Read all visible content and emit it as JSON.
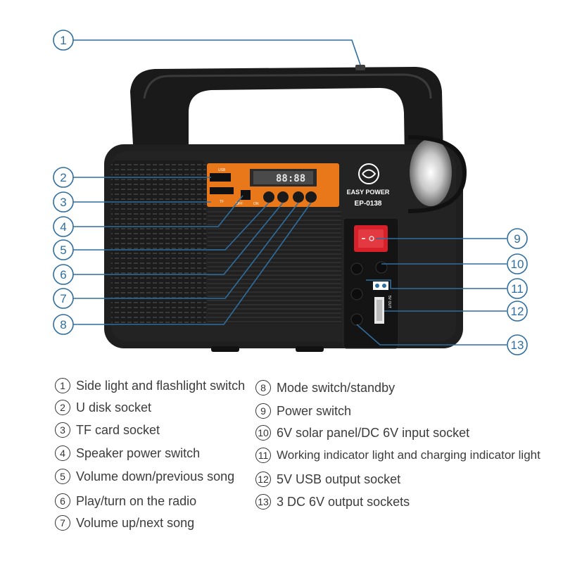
{
  "product": {
    "brand": "EASY POWER",
    "model": "EP-0138",
    "lcd_display": "88:88",
    "port_labels": {
      "usb": "USB",
      "tf": "TF",
      "off": "OFF",
      "on": "ON",
      "output": "5V OUT"
    }
  },
  "colors": {
    "callout": "#2f6e9f",
    "body": "#1f1f1f",
    "panel": "#e8781a",
    "switch": "#d8202a"
  },
  "callouts": [
    "1",
    "2",
    "3",
    "4",
    "5",
    "6",
    "7",
    "8",
    "9",
    "10",
    "11",
    "12",
    "13"
  ],
  "legend": [
    {
      "num": "1",
      "text": "Side light and flashlight switch"
    },
    {
      "num": "2",
      "text": "U disk socket"
    },
    {
      "num": "3",
      "text": "TF card socket"
    },
    {
      "num": "4",
      "text": "Speaker power switch"
    },
    {
      "num": "5",
      "text": "Volume down/previous song"
    },
    {
      "num": "6",
      "text": "Play/turn on the radio"
    },
    {
      "num": "7",
      "text": "Volume up/next song"
    },
    {
      "num": "8",
      "text": "Mode switch/standby"
    },
    {
      "num": "9",
      "text": "Power switch"
    },
    {
      "num": "10",
      "text": "6V solar panel/DC 6V input socket"
    },
    {
      "num": "11",
      "text": "Working indicator light and charging indicator light"
    },
    {
      "num": "12",
      "text": "5V USB output socket"
    },
    {
      "num": "13",
      "text": "3 DC 6V output sockets"
    }
  ]
}
